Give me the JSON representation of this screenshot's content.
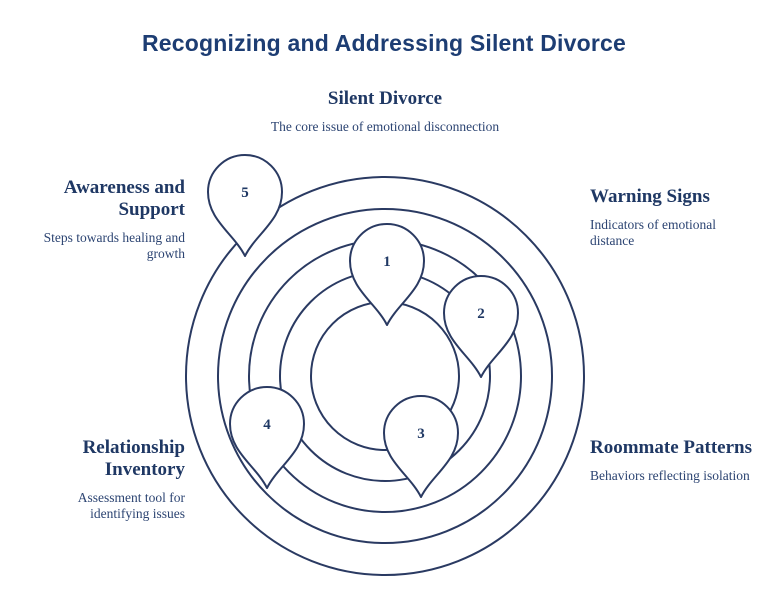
{
  "title": "Recognizing and Addressing Silent Divorce",
  "colors": {
    "title_navy": "#1d3d73",
    "heading_navy": "#1f3864",
    "body_navy": "#2c4472",
    "line_navy": "#2a3a62",
    "background": "#ffffff"
  },
  "labels": {
    "silent_divorce": {
      "heading": "Silent Divorce",
      "description": "The core issue of emotional disconnection"
    },
    "warning_signs": {
      "heading": "Warning Signs",
      "description": "Indicators of emotional distance"
    },
    "roommate_patterns": {
      "heading": "Roommate Patterns",
      "description": "Behaviors reflecting isolation"
    },
    "relationship_inventory": {
      "heading": "Relationship Inventory",
      "description": "Assessment tool for identifying issues"
    },
    "awareness_support": {
      "heading": "Awareness and Support",
      "description": "Steps towards healing and growth"
    }
  },
  "diagram": {
    "type": "concentric-rings-with-numbered-pins",
    "ring_count": 5,
    "pins": [
      {
        "number": "1"
      },
      {
        "number": "2"
      },
      {
        "number": "3"
      },
      {
        "number": "4"
      },
      {
        "number": "5"
      }
    ]
  }
}
